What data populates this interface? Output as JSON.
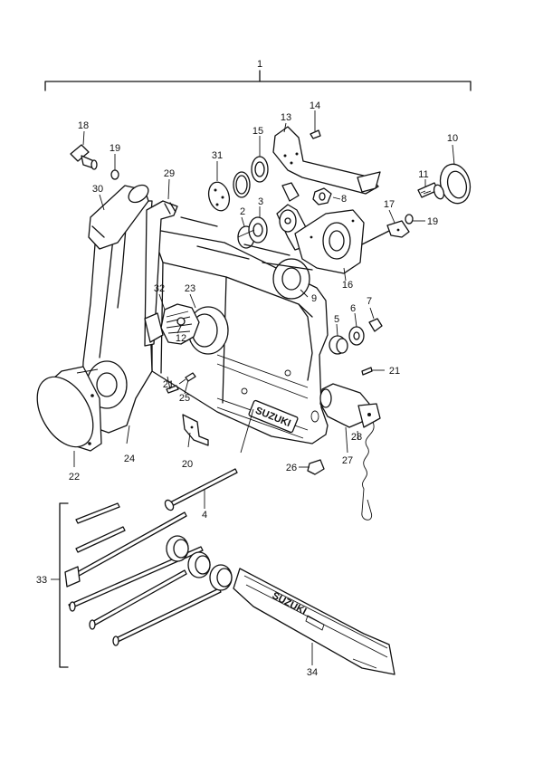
{
  "parts": [
    {
      "id": "p1",
      "label": "1"
    },
    {
      "id": "p2",
      "label": "2"
    },
    {
      "id": "p3",
      "label": "3"
    },
    {
      "id": "p4",
      "label": "4"
    },
    {
      "id": "p5",
      "label": "5"
    },
    {
      "id": "p6",
      "label": "6"
    },
    {
      "id": "p7",
      "label": "7"
    },
    {
      "id": "p8",
      "label": "8"
    },
    {
      "id": "p9",
      "label": "9"
    },
    {
      "id": "p10",
      "label": "10"
    },
    {
      "id": "p11",
      "label": "11"
    },
    {
      "id": "p12",
      "label": "12"
    },
    {
      "id": "p13",
      "label": "13"
    },
    {
      "id": "p14",
      "label": "14"
    },
    {
      "id": "p15",
      "label": "15"
    },
    {
      "id": "p16",
      "label": "16"
    },
    {
      "id": "p17",
      "label": "17"
    },
    {
      "id": "p18",
      "label": "18"
    },
    {
      "id": "p19a",
      "label": "19"
    },
    {
      "id": "p19b",
      "label": "19"
    },
    {
      "id": "p20",
      "label": "20"
    },
    {
      "id": "p21a",
      "label": "21"
    },
    {
      "id": "p21b",
      "label": "21"
    },
    {
      "id": "p22",
      "label": "22"
    },
    {
      "id": "p23",
      "label": "23"
    },
    {
      "id": "p24",
      "label": "24"
    },
    {
      "id": "p25",
      "label": "25"
    },
    {
      "id": "p26",
      "label": "26"
    },
    {
      "id": "p27",
      "label": "27"
    },
    {
      "id": "p28",
      "label": "28"
    },
    {
      "id": "p29",
      "label": "29"
    },
    {
      "id": "p30",
      "label": "30"
    },
    {
      "id": "p31",
      "label": "31"
    },
    {
      "id": "p32",
      "label": "32"
    },
    {
      "id": "p33",
      "label": "33"
    },
    {
      "id": "p34",
      "label": "34"
    }
  ],
  "brand": {
    "housing_logo": "SUZUKI",
    "cover_logo": "SUZUKI"
  }
}
